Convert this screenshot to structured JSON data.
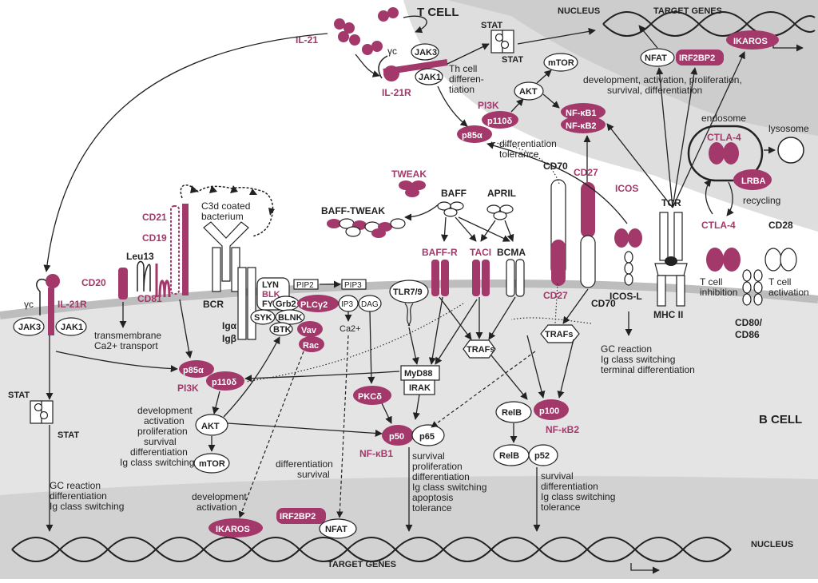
{
  "cells": {
    "t_cell": "T CELL",
    "b_cell": "B CELL"
  },
  "nuclei": {
    "t_nucleus": "NUCLEUS",
    "b_nucleus": "NUCLEUS"
  },
  "target_genes": {
    "t": "TARGET GENES",
    "b": "TARGET GENES"
  },
  "cytokines": {
    "il21": "IL-21",
    "il21r_t": "IL-21R",
    "il21r_b": "IL-21R",
    "gamma_c": "γc"
  },
  "jak": {
    "jak3_t": "JAK3",
    "jak1_t": "JAK1",
    "jak3_b": "JAK3",
    "jak1_b": "JAK1"
  },
  "stat": {
    "stat": "STAT",
    "p": "P"
  },
  "t_signaling": {
    "th_diff": "Th cell differen- tiation",
    "pi3k": "PI3K",
    "p110d": "p110δ",
    "p85a": "p85α",
    "akt": "AKT",
    "mtor": "mTOR",
    "nfkb1": "NF-κB1",
    "nfkb2": "NF-κB2",
    "diff_tol": "differentiation tolerance",
    "nfat": "NFAT",
    "irf2bp2": "IRF2BP2",
    "ikaros": "IKAROS",
    "dev": "development, activation, proliferation, survival, differentiation",
    "endosome": "endosome",
    "lysosome": "lysosome",
    "ctla4": "CTLA-4",
    "lrba": "LRBA",
    "recycling": "recycling",
    "ctla4_surface": "CTLA-4",
    "t_inhib": "T cell inhibition",
    "t_act": "T cell activation",
    "cd28": "CD28",
    "cd80": "CD80/ CD86",
    "tcr": "TCR",
    "mhc": "MHC II",
    "icos": "ICOS",
    "icosl": "ICOS-L",
    "cd70_t": "CD70",
    "cd27_t": "CD27",
    "cd27_b": "CD27",
    "cd70_b": "CD70",
    "gc_icos": "GC reaction Ig class switching terminal differentiation"
  },
  "ligands": {
    "tweak": "TWEAK",
    "baff_tweak": "BAFF-TWEAK",
    "baff": "BAFF",
    "april": "APRIL"
  },
  "receptors": {
    "baffr": "BAFF-R",
    "taci": "TACI",
    "bcma": "BCMA",
    "tlr": "TLR7/9"
  },
  "bcr": {
    "c3d": "C3d coated bacterium",
    "cd21": "CD21",
    "cd19": "CD19",
    "cd81": "CD81",
    "leu13": "Leu13",
    "cd20": "CD20",
    "bcr": "BCR",
    "iga": "Igα",
    "igb": "Igβ",
    "lyn": "LYN",
    "blk": "BLK",
    "fyn": "FYN",
    "syk": "SYK",
    "btk": "BTK",
    "grb2": "Grb2",
    "blnk": "BLNK",
    "plcg2": "PLCγ2",
    "vav": "Vav",
    "rac": "Rac",
    "pip2": "PIP2",
    "pip3": "PIP3",
    "ip3": "IP3",
    "dag": "DAG",
    "ca": "Ca2+",
    "ca_transport": "transmembrane Ca2+ transport"
  },
  "b_signaling": {
    "p85a": "p85α",
    "pi3k": "PI3K",
    "p110d": "p110δ",
    "akt": "AKT",
    "mtor": "mTOR",
    "akt_out": "development activation proliferation survival differentiation Ig class switching",
    "myd88": "MyD88",
    "irak": "IRAK",
    "pkcd": "PKCδ",
    "p50": "p50",
    "p65": "p65",
    "nfkb1": "NF-κB1",
    "relb": "RelB",
    "p100": "p100",
    "nfkb2": "NF-κB2",
    "relb2": "RelB",
    "p52": "p52",
    "trafs_1": "TRAFs",
    "trafs_2": "TRAFs",
    "nfkb1_out": "survival proliferation differentiation Ig class switching apoptosis tolerance",
    "nfkb2_out": "survival differentiation Ig class switching tolerance",
    "stat_out": "GC reaction differentiation Ig class switching",
    "diff_surv": "differentiation survival",
    "dev_act": "development activation",
    "irf2bp2": "IRF2BP2",
    "nfat": "NFAT",
    "ikaros": "IKAROS"
  },
  "colors": {
    "magenta": "#a3386a",
    "gray_dark": "#d4d4d4",
    "gray_light": "#ececec"
  }
}
